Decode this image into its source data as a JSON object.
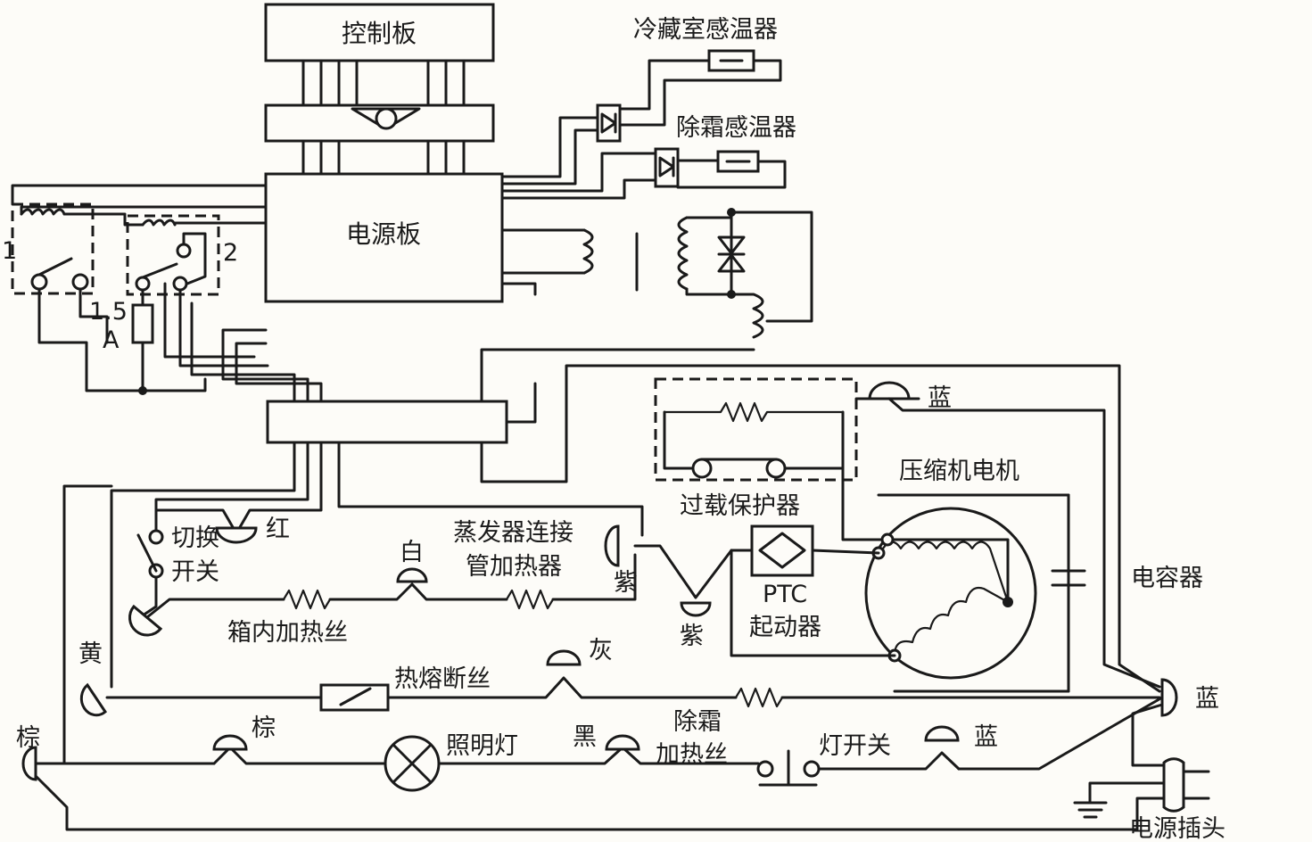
{
  "diagram": {
    "blocks": {
      "control_board": "控制板",
      "power_board": "电源板"
    },
    "sensors": {
      "fridge_sensor": "冷藏室感温器",
      "defrost_sensor": "除霜感温器"
    },
    "relays": {
      "relay_1": "1",
      "relay_2": "2",
      "fuse_rating": "1.5",
      "fuse_unit": "A"
    },
    "components": {
      "overload_protector": "过载保护器",
      "compressor_motor": "压缩机电机",
      "capacitor": "电容器",
      "ptc_line1": "PTC",
      "ptc_line2": "起动器",
      "switch_line1": "切换",
      "switch_line2": "开关",
      "evap_heater_line1": "蒸发器连接",
      "evap_heater_line2": "管加热器",
      "cabinet_heater": "箱内加热丝",
      "thermal_fuse": "热熔断丝",
      "lamp": "照明灯",
      "defrost_heater_line1": "除霜",
      "defrost_heater_line2": "加热丝",
      "lamp_switch": "灯开关",
      "power_plug": "电源插头"
    },
    "wire_colors": {
      "red": "红",
      "white": "白",
      "purple_1": "紫",
      "purple_2": "紫",
      "blue_top": "蓝",
      "blue_right": "蓝",
      "blue_bottom": "蓝",
      "yellow": "黄",
      "gray": "灰",
      "brown_left": "棕",
      "brown_mid": "棕",
      "black": "黑"
    }
  }
}
